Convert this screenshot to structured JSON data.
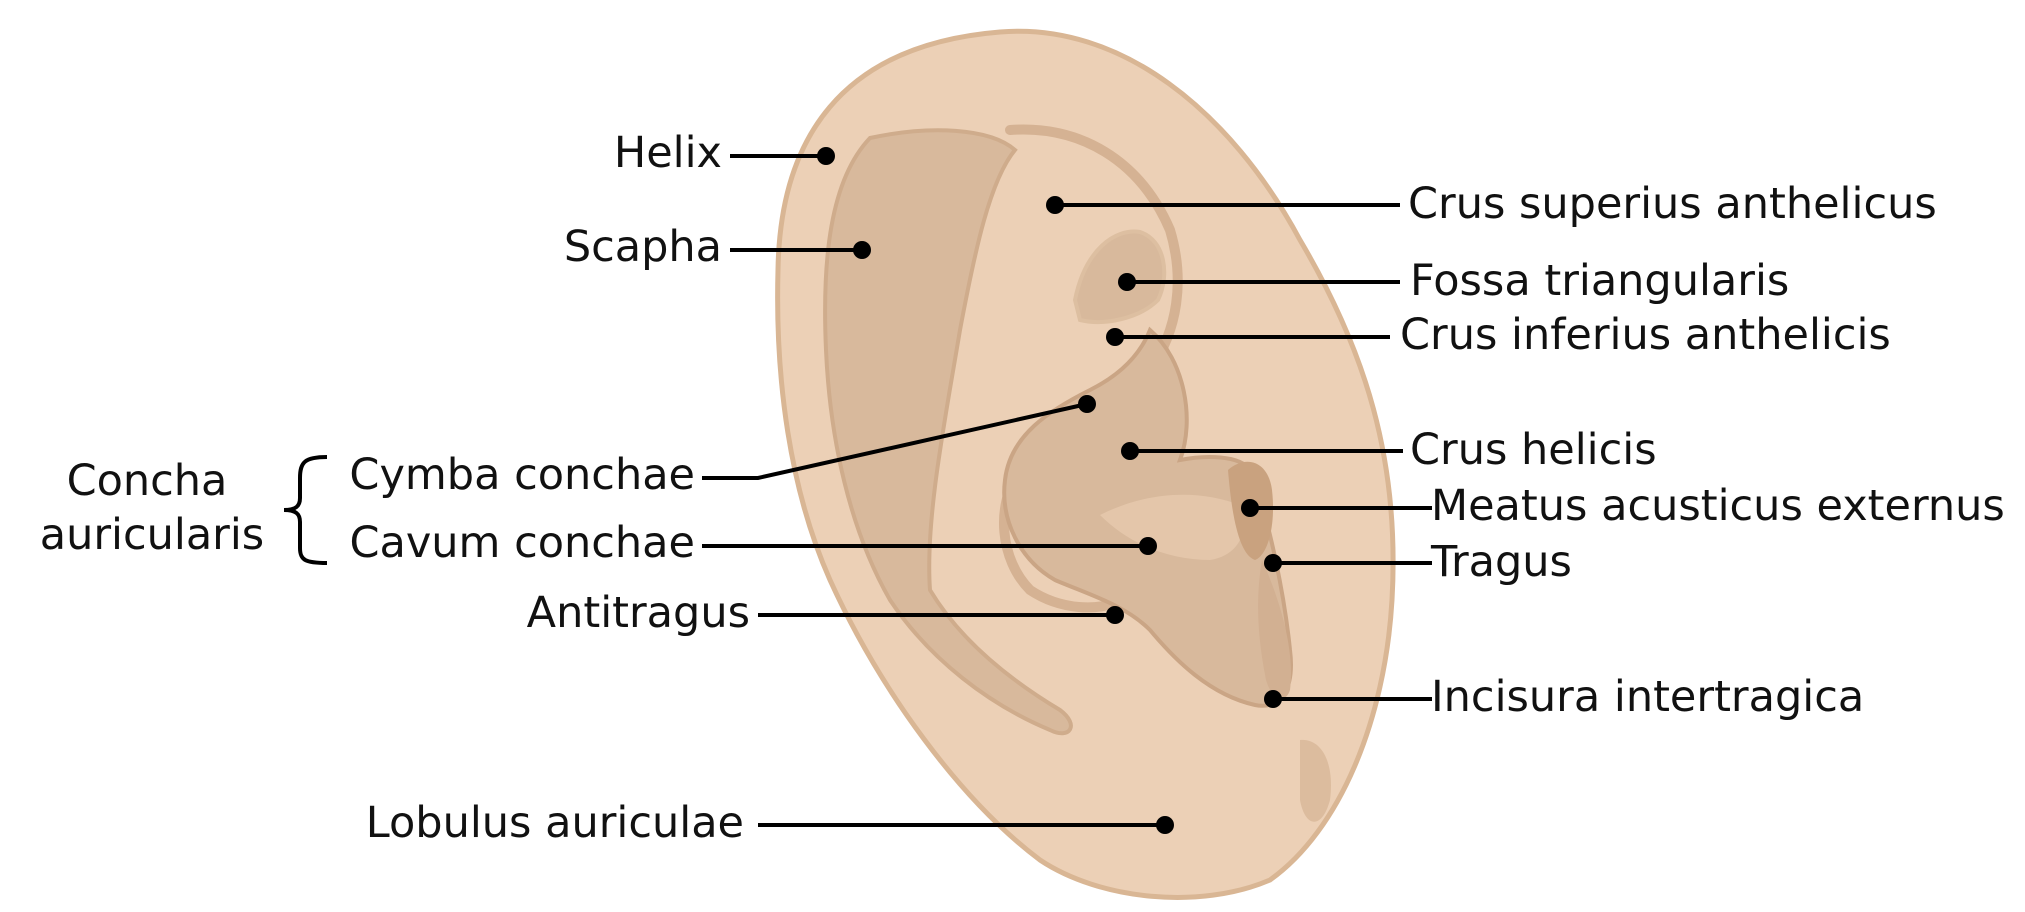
{
  "colors": {
    "skin": "#ecd0b6",
    "skin_edge": "#d9b694",
    "shade": "#d8b99c",
    "shade_dark": "#c9a27f",
    "ink": "#000000",
    "text": "#111111"
  },
  "labels": {
    "helix": "Helix",
    "scapha": "Scapha",
    "concha_line1": "Concha",
    "concha_line2": "auricularis",
    "cymba_conchae": "Cymba conchae",
    "cavum_conchae": "Cavum conchae",
    "antitragus": "Antitragus",
    "lobulus": "Lobulus auriculae",
    "crus_superius": "Crus superius anthelicus",
    "fossa_triangularis": "Fossa triangularis",
    "crus_inferius": "Crus inferius anthelicis",
    "crus_helicis": "Crus helicis",
    "meatus": "Meatus acusticus externus",
    "tragus": "Tragus",
    "incisura": "Incisura intertragica"
  }
}
